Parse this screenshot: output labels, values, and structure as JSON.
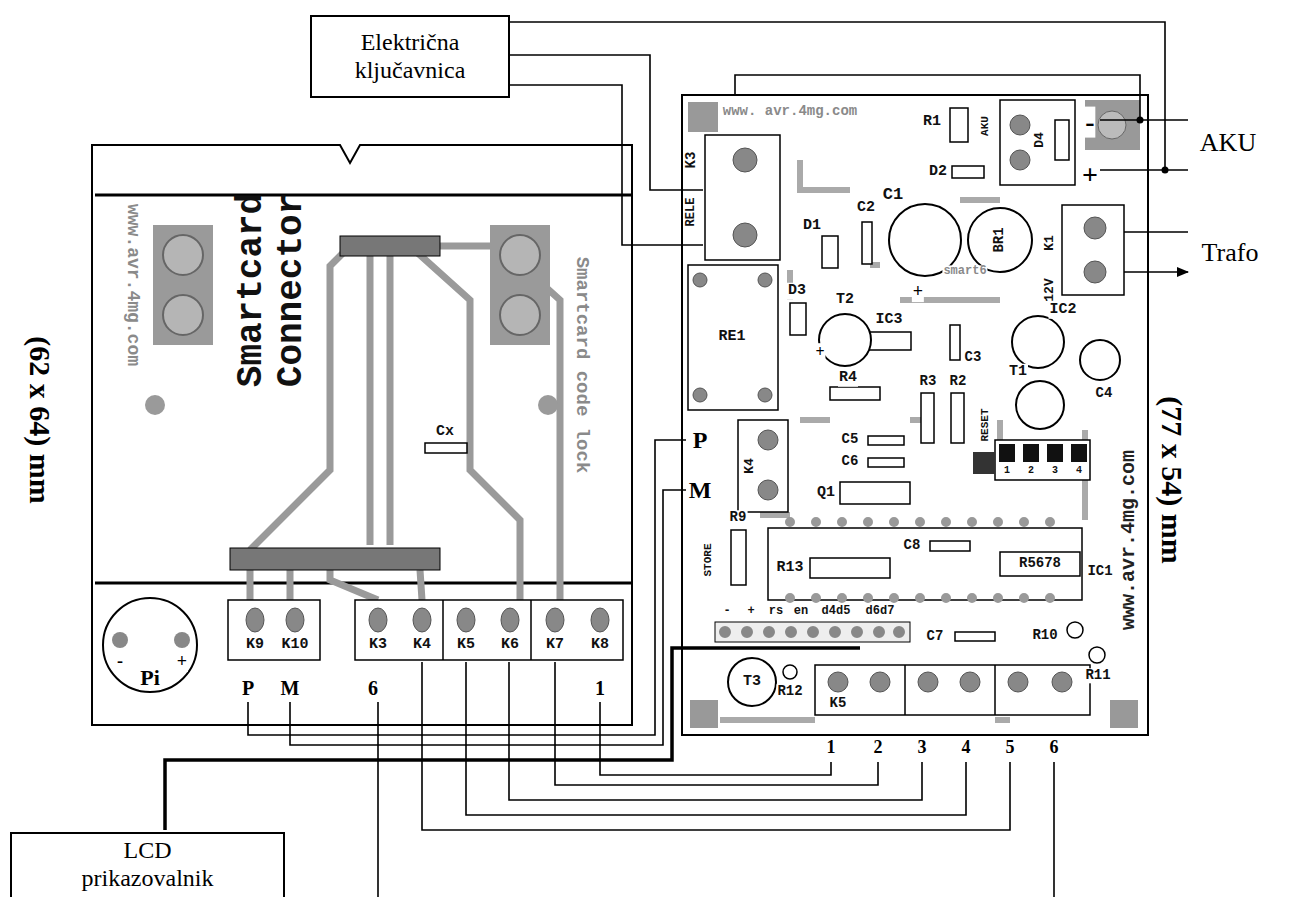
{
  "diagram": {
    "nodes": [
      {
        "text": [
          "Električna ključavnica"
        ]
      },
      {
        "text": [
          "LCD prikazovalnik"
        ]
      }
    ],
    "labels": [
      "www. avr.4mg.com",
      "R1",
      "AKU",
      "D4",
      "-",
      "+",
      "AKU",
      "K3",
      "D2",
      "RELE",
      "C1",
      "C2",
      "BR1",
      "D1",
      "Trafo",
      "K1",
      "12V",
      "+",
      "D3",
      "T2",
      "IC3",
      "smart6",
      "RE1",
      "IC2",
      "C3",
      "+",
      "C4",
      "T1",
      "R4",
      "R3",
      "R2",
      "P",
      "K4",
      "C5",
      "RESET",
      "C6",
      "1",
      "2",
      "3",
      "4",
      "M",
      "Q1",
      "R9",
      "STORE",
      "R13",
      "C8",
      "R5678",
      "IC1",
      "-",
      "+",
      "rs",
      "en",
      "d4d5",
      "d6d7",
      "C7",
      "R10",
      "T3",
      "R11",
      "www.avr.4mg.com",
      "(77 x 54) mm",
      "R12",
      "K5",
      "1",
      "2",
      "3",
      "4",
      "5",
      "6",
      "www.avr.4mg.com",
      "Smartcard Connector",
      "Smartcard code lock",
      "Cx",
      "(62 x 64) mm",
      "-",
      "Pi",
      "+",
      "K9",
      "K10",
      "K3",
      "K4",
      "K5",
      "K6",
      "K7",
      "K8",
      "P",
      "M",
      "6",
      "1"
    ]
  }
}
